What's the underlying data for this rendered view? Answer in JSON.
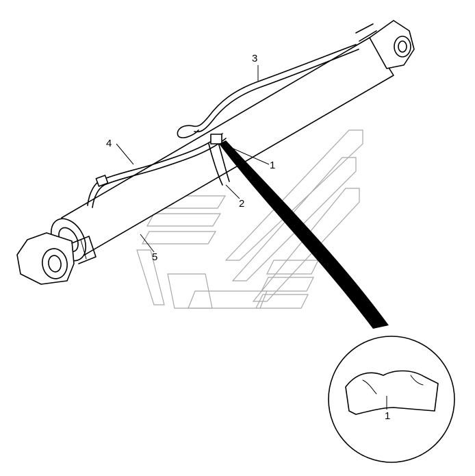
{
  "callouts": {
    "c1": "1",
    "c2": "2",
    "c3": "3",
    "c4": "4",
    "c5": "5",
    "detail_c1": "1"
  },
  "colors": {
    "ink": "#000000",
    "watermark": "#a8a8a8",
    "background": "#ffffff"
  }
}
